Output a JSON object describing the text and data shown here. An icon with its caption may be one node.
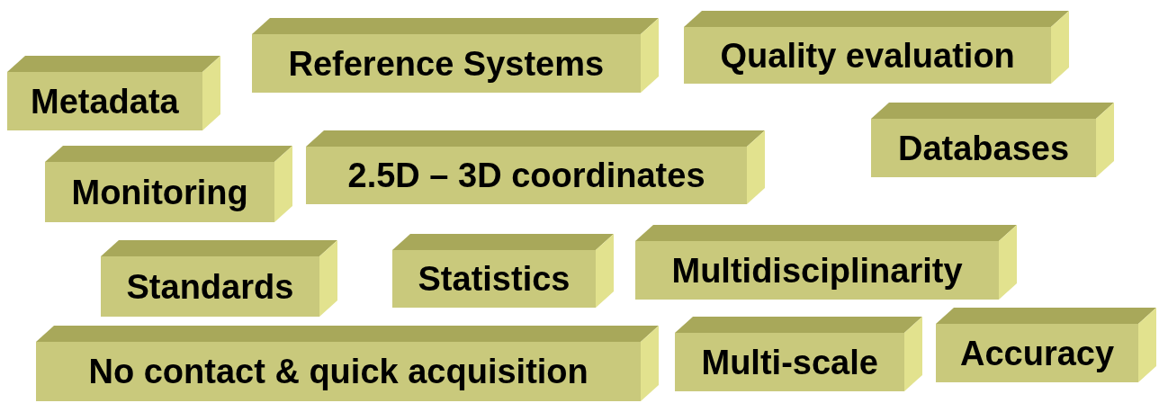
{
  "diagram": {
    "nodes": [
      {
        "text": [
          "Metadata"
        ]
      },
      {
        "text": [
          "Reference Systems"
        ]
      },
      {
        "text": [
          "Quality evaluation"
        ]
      },
      {
        "text": [
          "Monitoring"
        ]
      },
      {
        "text": [
          "2.5D – 3D coordinates"
        ]
      },
      {
        "text": [
          "Databases"
        ]
      },
      {
        "text": [
          "Standards"
        ]
      },
      {
        "text": [
          "Statistics"
        ]
      },
      {
        "text": [
          "Multidisciplinarity"
        ]
      },
      {
        "text": [
          "No contact & quick acquisition"
        ]
      },
      {
        "text": [
          "Multi-scale"
        ]
      },
      {
        "text": [
          "Accuracy"
        ]
      }
    ]
  }
}
